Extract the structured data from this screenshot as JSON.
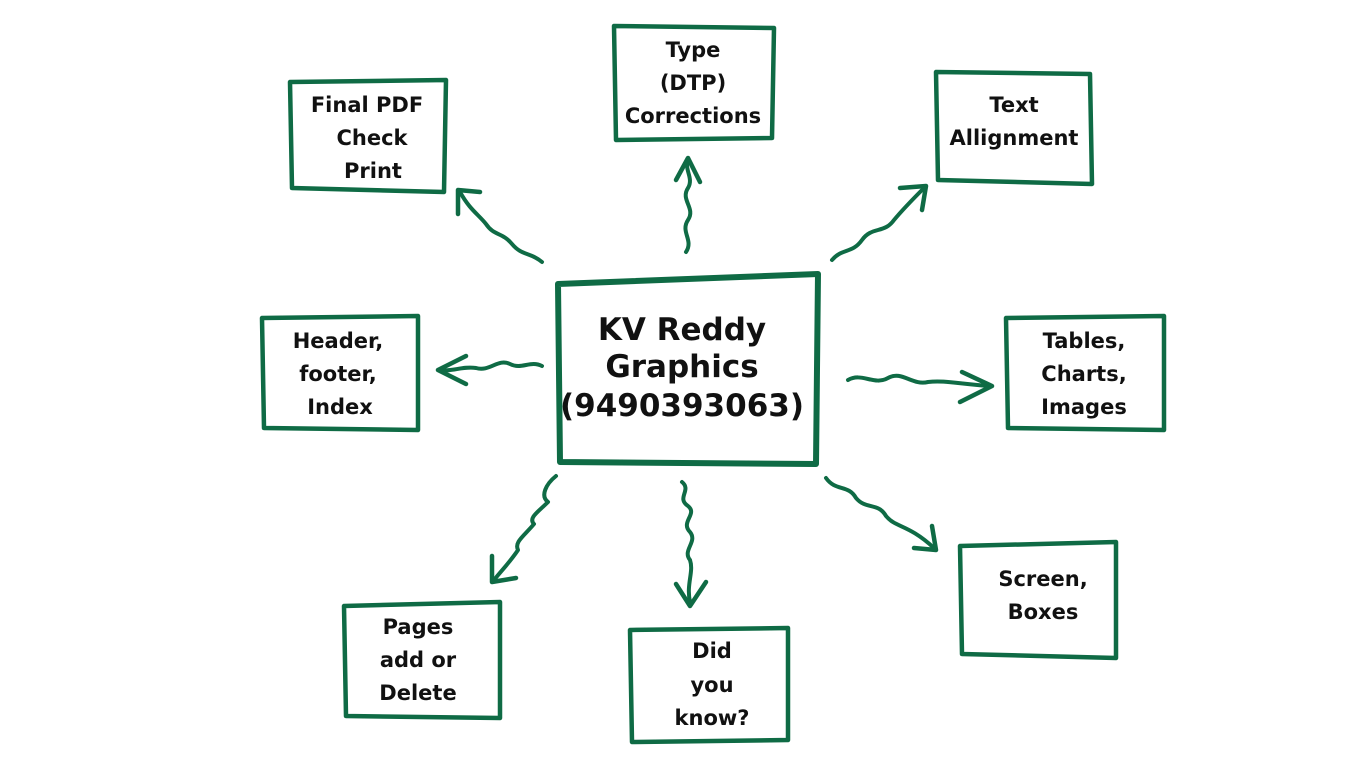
{
  "diagram": {
    "center": {
      "lines": [
        "KV Reddy",
        "Graphics",
        "(9490393063)"
      ]
    },
    "nodes": [
      {
        "id": "final-pdf",
        "lines": [
          "Final PDF",
          "Check",
          "Print"
        ]
      },
      {
        "id": "type-dtp",
        "lines": [
          "Type",
          "(DTP)",
          "Corrections"
        ]
      },
      {
        "id": "text-alignment",
        "lines": [
          "Text",
          "Allignment"
        ]
      },
      {
        "id": "header-footer",
        "lines": [
          "Header,",
          "footer,",
          "Index"
        ]
      },
      {
        "id": "tables-charts",
        "lines": [
          "Tables,",
          "Charts,",
          "Images"
        ]
      },
      {
        "id": "pages",
        "lines": [
          "Pages",
          "add or",
          "Delete"
        ]
      },
      {
        "id": "did-you-know",
        "lines": [
          "Did",
          "you",
          "know?"
        ]
      },
      {
        "id": "screen-boxes",
        "lines": [
          "Screen,",
          "Boxes"
        ]
      }
    ],
    "colors": {
      "stroke": "#0f6b45",
      "text": "#111111",
      "background": "#ffffff"
    }
  }
}
